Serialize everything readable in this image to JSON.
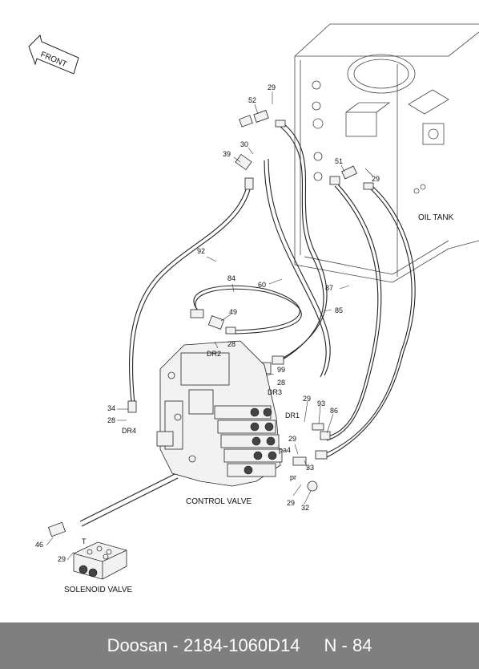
{
  "arrow": {
    "label": "FRONT"
  },
  "titles": {
    "oil_tank": "OIL TANK",
    "control_valve": "CONTROL VALVE",
    "solenoid_valve": "SOLENOID VALVE"
  },
  "part_numbers": [
    "29",
    "52",
    "30",
    "39",
    "51",
    "29",
    "92",
    "84",
    "60",
    "87",
    "85",
    "49",
    "28",
    "99",
    "28",
    "29",
    "93",
    "86",
    "34",
    "28",
    "29",
    "33",
    "29",
    "32",
    "46",
    "29"
  ],
  "port_labels": [
    "DR2",
    "DR3",
    "DR1",
    "DR4",
    "pa4",
    "pr",
    "T"
  ],
  "footer": {
    "brand_part": "Doosan - 2184-1060D14",
    "page": "N - 84"
  }
}
